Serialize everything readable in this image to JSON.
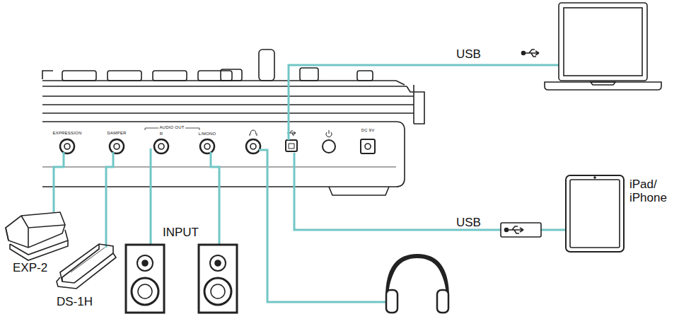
{
  "diagram": {
    "labels": [
      "USB",
      "USB",
      "INPUT",
      "EXP-2",
      "DS-1H",
      "iPad/ iPhone",
      "EXPRESSION",
      "DAMPER",
      "AUDIO OUT",
      "R",
      "L/MONO",
      "DC 9V"
    ]
  }
}
